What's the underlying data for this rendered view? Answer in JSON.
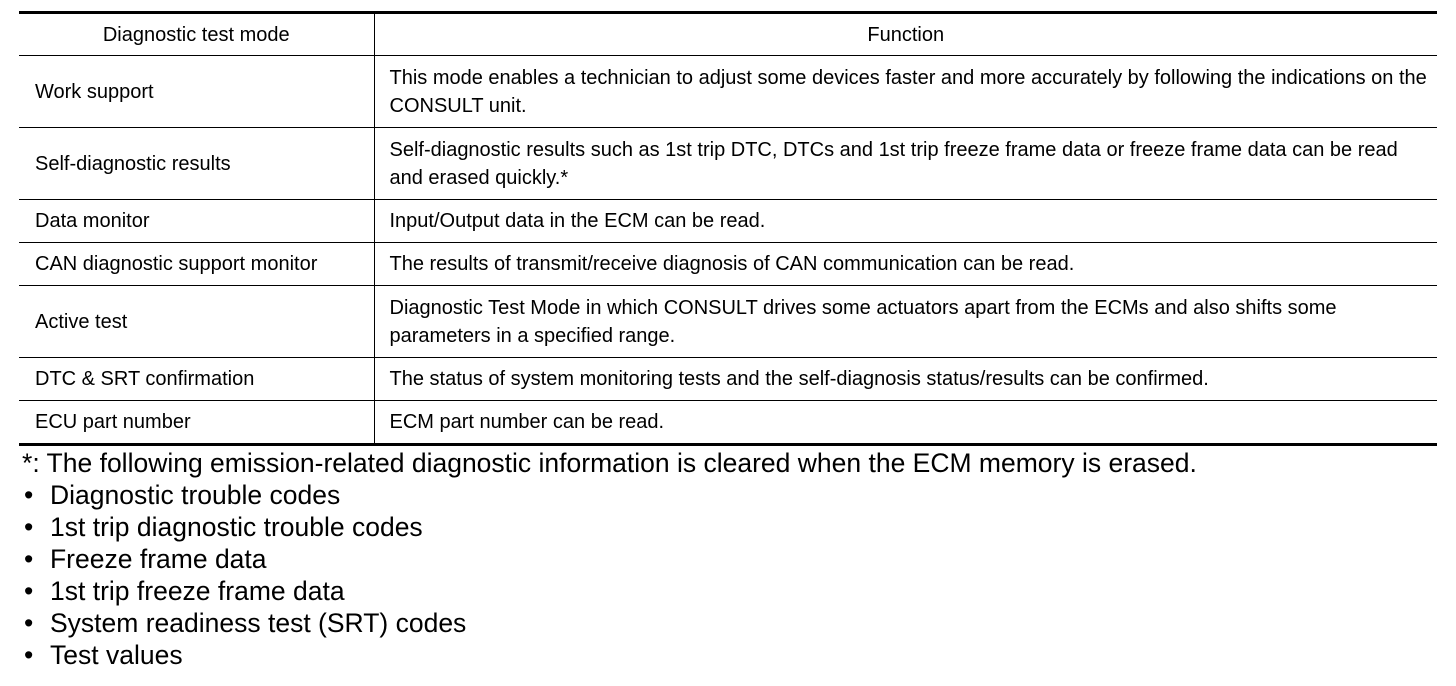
{
  "table": {
    "headers": {
      "mode": "Diagnostic test mode",
      "function": "Function"
    },
    "rows": [
      {
        "mode": "Work support",
        "function": "This mode enables a technician to adjust some devices faster and more accurately by following the indications on the CONSULT unit."
      },
      {
        "mode": "Self-diagnostic results",
        "function": "Self-diagnostic results such as 1st trip DTC, DTCs and 1st trip freeze frame data or freeze frame data can be read and erased quickly.*"
      },
      {
        "mode": "Data monitor",
        "function": "Input/Output data in the ECM can be read."
      },
      {
        "mode": "CAN diagnostic support monitor",
        "function": "The results of transmit/receive diagnosis of CAN communication can be read."
      },
      {
        "mode": "Active test",
        "function": "Diagnostic Test Mode in which CONSULT drives some actuators apart from the ECMs and also shifts some parameters in a specified range."
      },
      {
        "mode": "DTC & SRT confirmation",
        "function": "The status of system monitoring tests and the self-diagnosis status/results can be confirmed."
      },
      {
        "mode": "ECU part number",
        "function": "ECM part number can be read."
      }
    ]
  },
  "footnote": {
    "text": "*: The following emission-related diagnostic information is cleared when the ECM memory is erased.",
    "bullet_glyph": "•",
    "items": [
      "Diagnostic trouble codes",
      "1st trip diagnostic trouble codes",
      "Freeze frame data",
      "1st trip freeze frame data",
      "System readiness test (SRT) codes",
      "Test values"
    ]
  }
}
